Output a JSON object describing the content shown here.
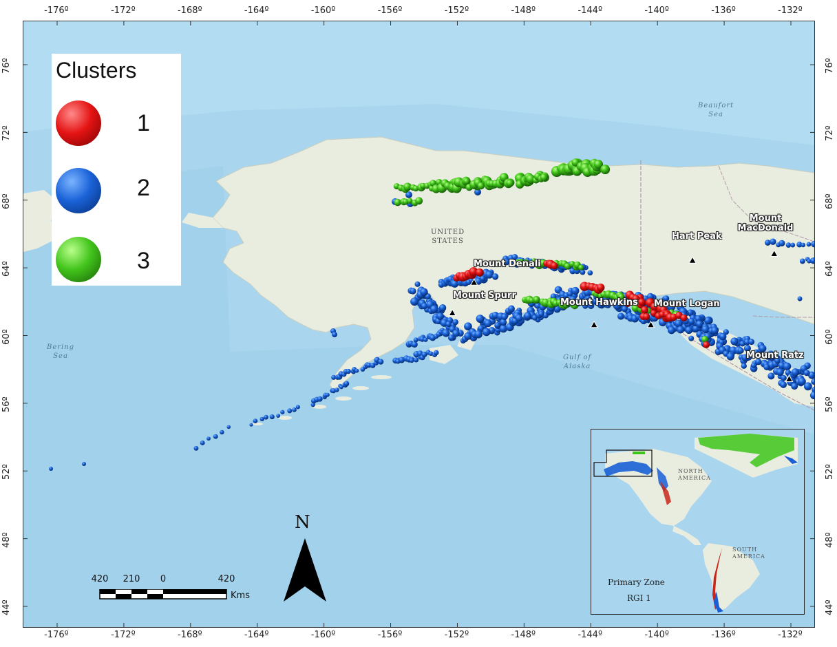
{
  "legend": {
    "title": "Clusters",
    "items": [
      {
        "label": "1",
        "color": "#e00d0d"
      },
      {
        "label": "2",
        "color": "#1a5fd6"
      },
      {
        "label": "3",
        "color": "#3ec41a"
      }
    ]
  },
  "axes": {
    "lon_ticks": [
      "-176º",
      "-172º",
      "-168º",
      "-164º",
      "-160º",
      "-156º",
      "-152º",
      "-148º",
      "-144º",
      "-140º",
      "-136º",
      "-132º"
    ],
    "lat_ticks": [
      "76º",
      "72º",
      "68º",
      "64º",
      "60º",
      "56º",
      "52º",
      "48º",
      "44º"
    ]
  },
  "peaks": [
    {
      "name": "Mount Denali",
      "lon": -151.0,
      "lat": 63.1
    },
    {
      "name": "Mount Spurr",
      "lon": -152.3,
      "lat": 61.3
    },
    {
      "name": "Mount Hawkins",
      "lon": -143.8,
      "lat": 60.6
    },
    {
      "name": "Mount Logan",
      "lon": -140.4,
      "lat": 60.6
    },
    {
      "name": "Hart Peak",
      "lon": -137.9,
      "lat": 64.4
    },
    {
      "name": "Mount MacDonald",
      "lon": -133.0,
      "lat": 64.8
    },
    {
      "name": "Mount Ratz",
      "lon": -132.1,
      "lat": 57.4
    }
  ],
  "place_labels": {
    "country": "UNITED\nSTATES",
    "seas": [
      "Beaufort\nSea",
      "Bering\nSea",
      "Gulf of\nAlaska"
    ]
  },
  "inset": {
    "zone_text": "Primary Zone",
    "rgi_text": "RGI 1",
    "north_america": "NORTH\nAMERICA",
    "south_america": "SOUTH\nAMERICA"
  },
  "scalebar": {
    "labels": [
      "420",
      "210",
      "0",
      "420"
    ],
    "unit": "Kms"
  },
  "north_arrow": {
    "label": "N"
  }
}
